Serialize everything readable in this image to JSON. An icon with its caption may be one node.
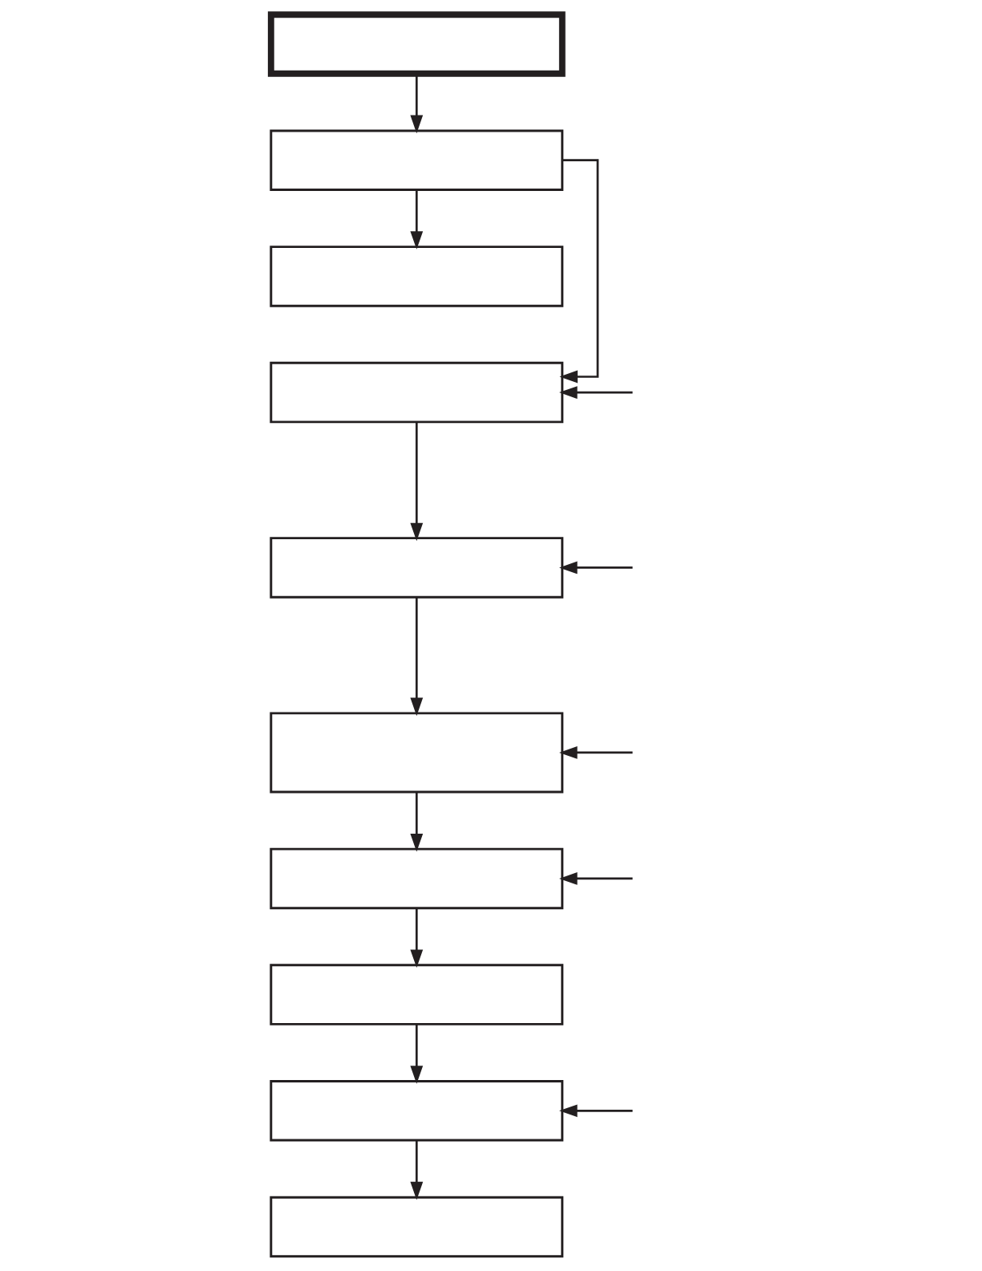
{
  "diagram": {
    "nodes": [
      {
        "text": [],
        "shape": "box"
      },
      {
        "text": [],
        "shape": "box"
      },
      {
        "text": [],
        "shape": "box"
      },
      {
        "text": [],
        "shape": "box"
      },
      {
        "text": [],
        "shape": "box"
      },
      {
        "text": [],
        "shape": "box"
      },
      {
        "text": [],
        "shape": "box"
      },
      {
        "text": [],
        "shape": "box"
      },
      {
        "text": [],
        "shape": "box"
      },
      {
        "text": [],
        "shape": "box"
      }
    ],
    "edges": [
      {
        "from": 0,
        "to": 1,
        "arrow": "to"
      },
      {
        "from": 1,
        "to": 2,
        "arrow": "to"
      },
      {
        "from": 1,
        "to": 3,
        "arrow": "to"
      },
      {
        "from": null,
        "to": 3,
        "arrow": "to"
      },
      {
        "from": 3,
        "to": 4,
        "arrow": "to"
      },
      {
        "from": null,
        "to": 4,
        "arrow": "to"
      },
      {
        "from": 4,
        "to": 5,
        "arrow": "to"
      },
      {
        "from": null,
        "to": 5,
        "arrow": "to"
      },
      {
        "from": 5,
        "to": 6,
        "arrow": "to"
      },
      {
        "from": null,
        "to": 6,
        "arrow": "to"
      },
      {
        "from": 6,
        "to": 7,
        "arrow": "to"
      },
      {
        "from": 7,
        "to": 8,
        "arrow": "to"
      },
      {
        "from": null,
        "to": 8,
        "arrow": "to"
      },
      {
        "from": 8,
        "to": 9,
        "arrow": "to"
      }
    ]
  }
}
